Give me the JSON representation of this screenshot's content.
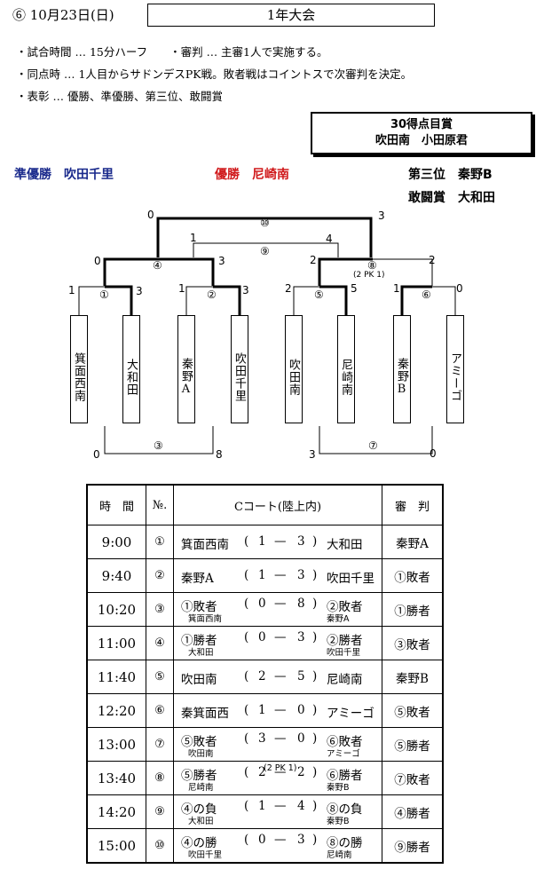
{
  "header": {
    "date": "⑥ 10月23日(日)",
    "title": "1年大会"
  },
  "rules": [
    "・試合時間 … 15分ハーフ　　・審判 … 主審1人で実施する。",
    "・同点時 … 1人目からサドンデスPK戦。敗者戦はコイントスで次審判を決定。",
    "・表彰 … 優勝、準優勝、第三位、敢闘賞"
  ],
  "award": {
    "line1": "30得点目賞",
    "line2": "吹田南　小田原君"
  },
  "results": {
    "runner_up": "準優勝　吹田千里",
    "champion": "優勝　尼崎南",
    "third": "第三位　秦野B",
    "fighting": "敢闘賞　大和田"
  },
  "colors": {
    "runner_up": "#1a2a8c",
    "champion": "#d0191b"
  },
  "teams": [
    "箕面西南",
    "大和田",
    "秦野A",
    "吹田千里",
    "吹田南",
    "尼崎南",
    "秦野B",
    "アミーゴ"
  ],
  "bracket": {
    "m10": {
      "no": "⑩",
      "left": "0",
      "right": "3"
    },
    "m9": {
      "no": "⑨",
      "left": "1",
      "right": "4"
    },
    "m4": {
      "no": "④",
      "left": "0",
      "right": "3"
    },
    "m8": {
      "no": "⑧",
      "left": "2",
      "right": "2",
      "pk": "(2 PK 1)"
    },
    "m1": {
      "no": "①",
      "left": "1",
      "right": "3"
    },
    "m2": {
      "no": "②",
      "left": "1",
      "right": "3"
    },
    "m5": {
      "no": "⑤",
      "left": "2",
      "right": "5"
    },
    "m6": {
      "no": "⑥",
      "left": "1",
      "right": "0"
    },
    "m3": {
      "no": "③",
      "left": "0",
      "right": "8"
    },
    "m7": {
      "no": "⑦",
      "left": "3",
      "right": "0"
    }
  },
  "schedule": {
    "headers": {
      "time": "時　間",
      "no": "№.",
      "court": "Cコート(陸上内)",
      "ref": "審　判"
    },
    "rows": [
      {
        "time": "9:00",
        "no": "①",
        "home": "箕面西南",
        "s1": "1",
        "s2": "3",
        "away": "大和田",
        "home_sub": "",
        "away_sub": "",
        "pk": "",
        "ref": "秦野A"
      },
      {
        "time": "9:40",
        "no": "②",
        "home": "秦野A",
        "s1": "1",
        "s2": "3",
        "away": "吹田千里",
        "home_sub": "",
        "away_sub": "",
        "pk": "",
        "ref": "①敗者"
      },
      {
        "time": "10:20",
        "no": "③",
        "home": "①敗者",
        "s1": "0",
        "s2": "8",
        "away": "②敗者",
        "home_sub": "箕面西南",
        "away_sub": "秦野A",
        "pk": "",
        "ref": "①勝者"
      },
      {
        "time": "11:00",
        "no": "④",
        "home": "①勝者",
        "s1": "0",
        "s2": "3",
        "away": "②勝者",
        "home_sub": "大和田",
        "away_sub": "吹田千里",
        "pk": "",
        "ref": "③敗者"
      },
      {
        "time": "11:40",
        "no": "⑤",
        "home": "吹田南",
        "s1": "2",
        "s2": "5",
        "away": "尼崎南",
        "home_sub": "",
        "away_sub": "",
        "pk": "",
        "ref": "秦野B"
      },
      {
        "time": "12:20",
        "no": "⑥",
        "home": "秦箕面西",
        "s1": "1",
        "s2": "0",
        "away": "アミーゴ",
        "home_sub": "",
        "away_sub": "",
        "pk": "",
        "ref": "⑤敗者"
      },
      {
        "time": "13:00",
        "no": "⑦",
        "home": "⑤敗者",
        "s1": "3",
        "s2": "0",
        "away": "⑥敗者",
        "home_sub": "吹田南",
        "away_sub": "アミーゴ",
        "pk": "",
        "ref": "⑤勝者"
      },
      {
        "time": "13:40",
        "no": "⑧",
        "home": "⑤勝者",
        "s1": "2",
        "s2": "2",
        "away": "⑥勝者",
        "home_sub": "尼崎南",
        "away_sub": "秦野B",
        "pk": "(2 PK 1)",
        "ref": "⑦敗者"
      },
      {
        "time": "14:20",
        "no": "⑨",
        "home": "④の負",
        "s1": "1",
        "s2": "4",
        "away": "⑧の負",
        "home_sub": "大和田",
        "away_sub": "秦野B",
        "pk": "",
        "ref": "④勝者"
      },
      {
        "time": "15:00",
        "no": "⑩",
        "home": "④の勝",
        "s1": "0",
        "s2": "3",
        "away": "⑧の勝",
        "home_sub": "吹田千里",
        "away_sub": "尼崎南",
        "pk": "",
        "ref": "⑨勝者"
      }
    ]
  }
}
